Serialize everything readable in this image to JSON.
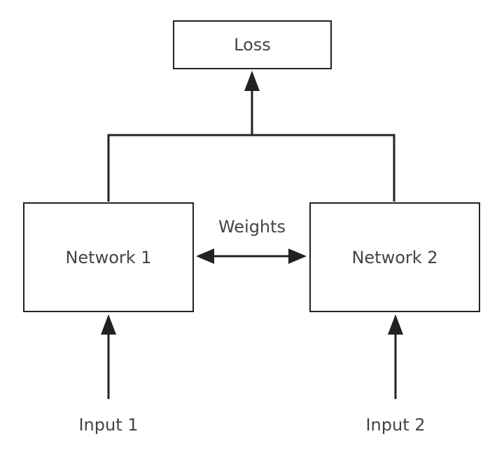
{
  "nodes": {
    "loss": "Loss",
    "network1": "Network 1",
    "network2": "Network 2"
  },
  "edge_labels": {
    "weights": "Weights"
  },
  "inputs": {
    "input1": "Input 1",
    "input2": "Input 2"
  },
  "colors": {
    "stroke": "#222222",
    "text": "#444444",
    "background": "#ffffff"
  }
}
